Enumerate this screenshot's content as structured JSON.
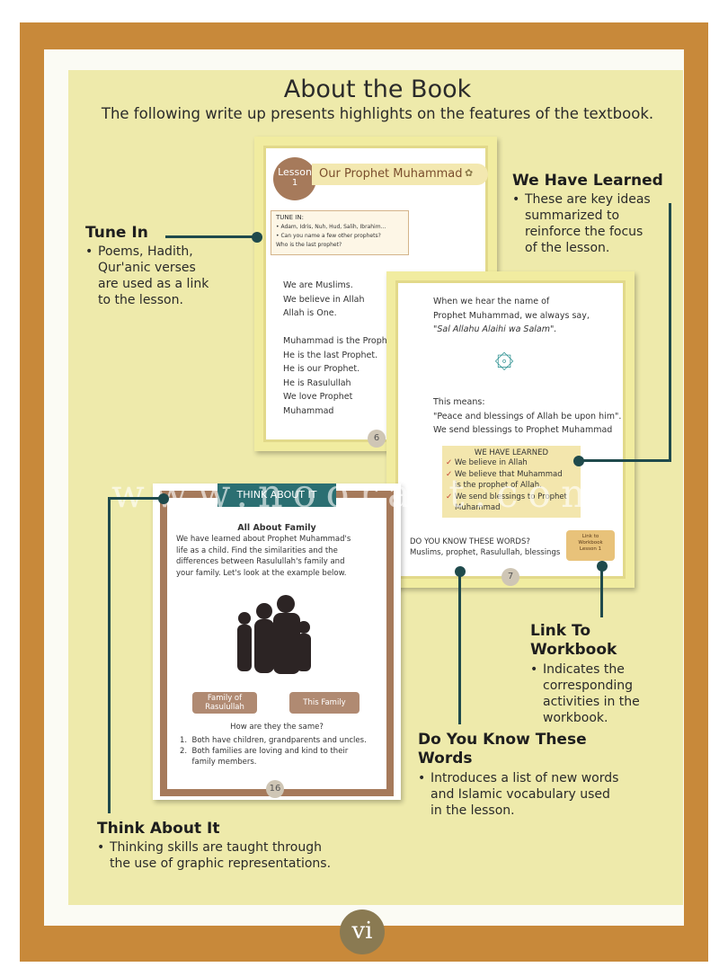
{
  "header": {
    "title": "About the Book",
    "subtitle": "The following write up presents highlights on the features of the textbook."
  },
  "callouts": {
    "tune_in": {
      "title": "Tune In",
      "text": [
        "Poems, Hadith,",
        "Qur'anic verses",
        "are used as a link",
        "to the lesson."
      ]
    },
    "we_have_learned": {
      "title": "We Have Learned",
      "text": [
        "These are key ideas",
        "summarized to",
        "reinforce the focus",
        "of the lesson."
      ]
    },
    "link_to_workbook": {
      "title": [
        "Link To",
        "Workbook"
      ],
      "text": [
        "Indicates the",
        "corresponding",
        "activities in the",
        "workbook."
      ]
    },
    "do_you_know": {
      "title": [
        "Do You Know These",
        "Words"
      ],
      "text": [
        "Introduces a list of new words",
        "and Islamic vocabulary used",
        "in the lesson."
      ]
    },
    "think_about_it": {
      "title": "Think About It",
      "text": [
        "Thinking skills are taught through",
        "the use of graphic representations."
      ]
    }
  },
  "page6": {
    "lesson_label": "Lesson",
    "lesson_num": "1",
    "lesson_title": "Our Prophet Muhammad",
    "tune_in_label": "TUNE IN:",
    "tune_in_1": "• Adam, Idris, Nuh, Hud, Salih, Ibrahim...",
    "tune_in_2": "• Can you name a few other prophets?",
    "tune_in_3": "  Who is the last prophet?",
    "lines": [
      "We are Muslims.",
      "We believe in Allah",
      "Allah is One.",
      "",
      "Muhammad is the Proph",
      "He is the last Prophet.",
      "He is our Prophet.",
      "He is Rasulullah",
      "We love Prophet",
      "Muhammad"
    ],
    "page_number": "6"
  },
  "page7": {
    "intro": [
      "When we hear the name of",
      "Prophet Muhammad, we always say,",
      "\"Sal Allahu Alaihi wa Salam\"."
    ],
    "means": [
      "This means:",
      "\"Peace and blessings of Allah be upon him\".",
      "We send blessings to Prophet Muhammad"
    ],
    "learned_title": "WE HAVE LEARNED",
    "learned_items": [
      "We believe in Allah",
      "We believe that Muhammad",
      "is the prophet of Allah.",
      "We send blessings to Prophet",
      "Muhammad"
    ],
    "know_title": "DO YOU KNOW THESE WORDS?",
    "know_words": "Muslims, prophet, Rasulullah, blessings",
    "workbook_tag": [
      "Link to",
      "Workbook",
      "Lesson 1"
    ],
    "page_number": "7"
  },
  "page16": {
    "banner": "THINK ABOUT IT",
    "heading": "All About Family",
    "paragraph": [
      "We have learned about Prophet Muhammad's",
      "life as a child. Find the similarities and the",
      "differences between Rasulullah's family and",
      "your family. Let's look at the example below."
    ],
    "button_left": [
      "Family of",
      "Rasulullah"
    ],
    "button_right": "This Family",
    "question": "How are they the same?",
    "answers": [
      "1.  Both have children, grandparents and uncles.",
      "2.  Both families are loving and kind to their",
      "     family members."
    ],
    "page_number": "16"
  },
  "watermark": "www.noorart.com",
  "footer": {
    "page_label": "vi"
  },
  "colors": {
    "frame": "#c8893a",
    "cream": "#eeeaab",
    "accent": "#1f4a4c",
    "page_border": "#a67a5b"
  }
}
